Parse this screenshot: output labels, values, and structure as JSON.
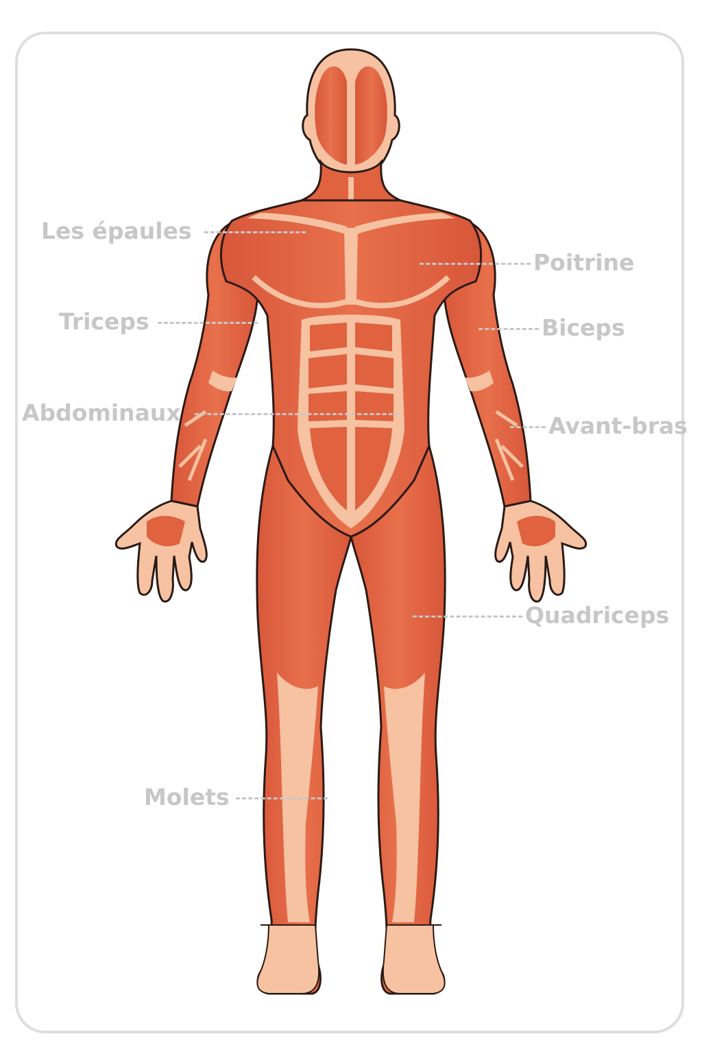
{
  "diagram": {
    "labels": {
      "shoulders": "Les épaules",
      "chest": "Poitrine",
      "triceps": "Triceps",
      "biceps": "Biceps",
      "abs": "Abdominaux",
      "forearm": "Avant-bras",
      "quadriceps": "Quadriceps",
      "calves": "Molets"
    },
    "colors": {
      "muscle": "#e0623f",
      "muscle_dark": "#c94b2e",
      "tendon": "#f6c2a2",
      "outline": "#2a1a14",
      "label": "#c7c7c7",
      "card_border": "#dedede"
    }
  }
}
